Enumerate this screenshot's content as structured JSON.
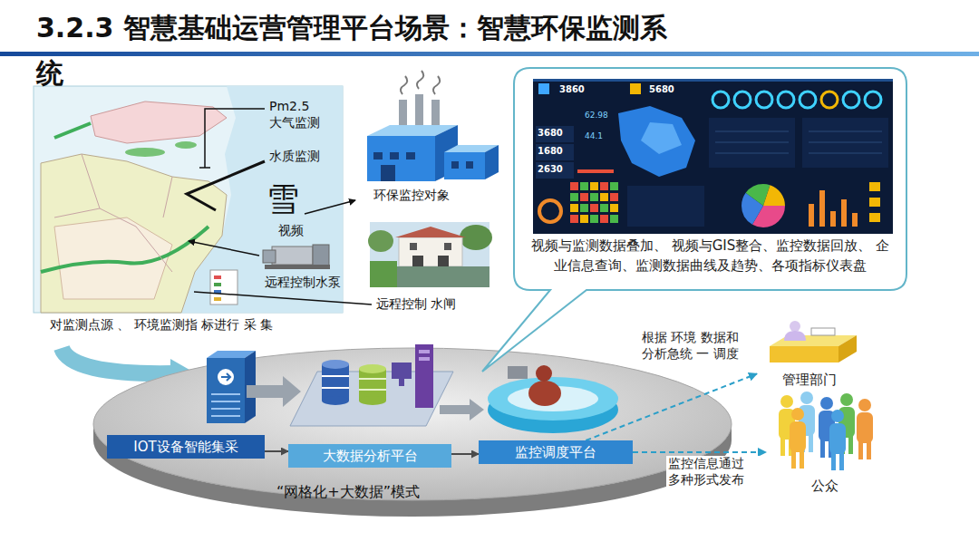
{
  "diagram": {
    "title": "3.2.3 智慧基础运营管理平台场景：智慧环保监测系统",
    "nodes": [
      {
        "text": [
          "视频与监测数据叠加、 视频与GIS整合、监控数据回放、 企业信息查询、监测数据曲线及趋势、各项指标仪表盘"
        ]
      },
      {
        "text": [
          "IOT设备智能集采"
        ]
      },
      {
        "text": [
          "大数据分析平台"
        ]
      },
      {
        "text": [
          "监控调度平台"
        ]
      },
      {
        "text": [
          "管理部门"
        ]
      },
      {
        "text": [
          "公众"
        ]
      }
    ],
    "edges": [
      {
        "from": 1,
        "to": 2,
        "arrow": "to"
      },
      {
        "from": 2,
        "to": 3,
        "arrow": "to"
      },
      {
        "from": 3,
        "to": 4,
        "arrow": "to",
        "label": "根据 环境 数据和 分析急统 一 调度"
      },
      {
        "from": 3,
        "to": 5,
        "arrow": "to",
        "label": "监控信息通过 多种形式发布"
      }
    ],
    "labels": [
      "Pm2.5 大气监测",
      "水质监测",
      "雪",
      "视频",
      "环保监控对象",
      "远程控制水泵",
      "远程控制 水闸",
      "对监测点源 、 环境监测指 标进行 采 集",
      "“网格化+大数据”模式",
      "3860",
      "5680",
      "3680",
      "1680",
      "2630",
      "62.98",
      "44.1"
    ]
  }
}
